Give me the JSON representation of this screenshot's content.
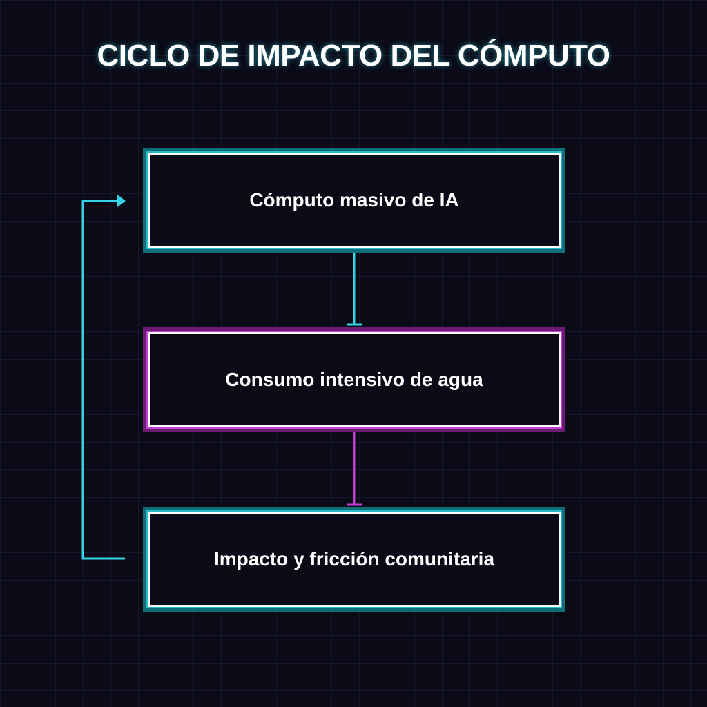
{
  "diagram": {
    "title": "CICLO DE IMPACTO DEL CÓMPUTO",
    "nodes": [
      {
        "id": "node-1",
        "label": "Cómputo masivo de IA",
        "color": "#35d3e6"
      },
      {
        "id": "node-2",
        "label": "Consumo intensivo de agua",
        "color": "#c43fd3"
      },
      {
        "id": "node-3",
        "label": "Impacto y fricción comunitaria",
        "color": "#35d3e6"
      }
    ],
    "edges": [
      {
        "from": "node-1",
        "to": "node-2",
        "color": "#35d3e6"
      },
      {
        "from": "node-2",
        "to": "node-3",
        "color": "#c43fd3"
      },
      {
        "from": "node-3",
        "to": "node-1",
        "color": "#35d3e6"
      }
    ]
  }
}
